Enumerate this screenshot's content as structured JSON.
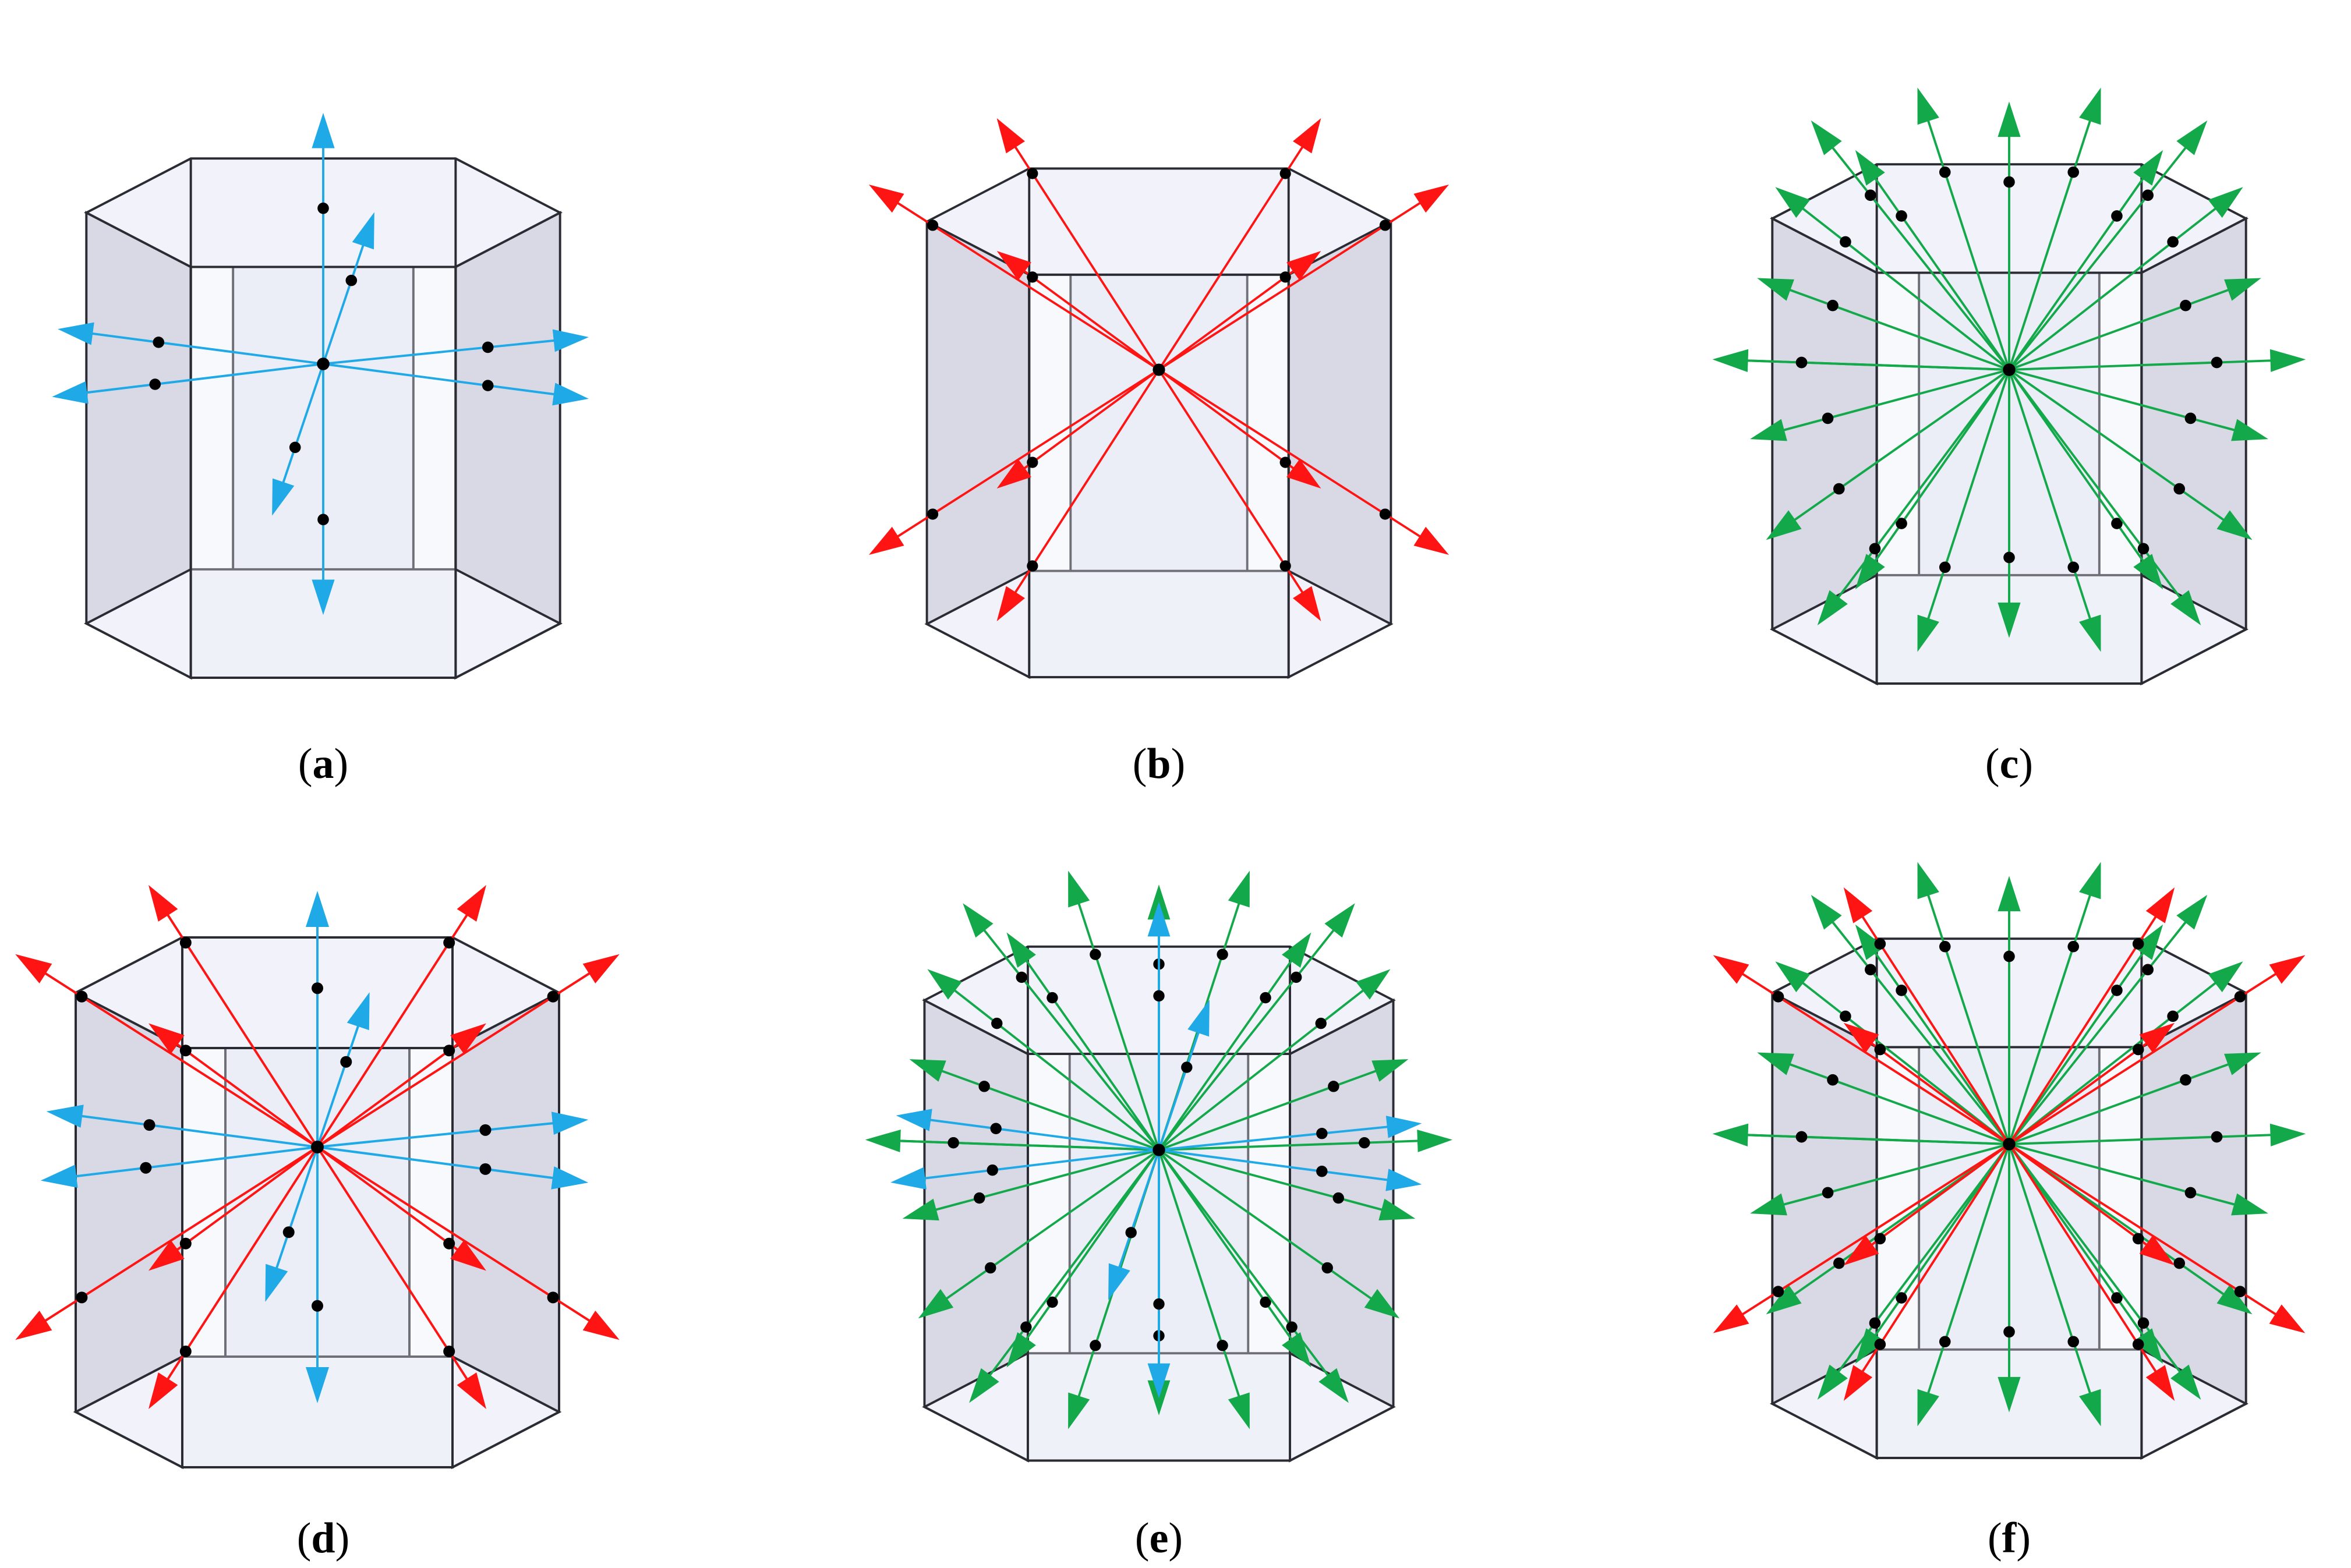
{
  "colors": {
    "blue": "#1fa9e6",
    "red": "#ff1414",
    "green": "#13a84a",
    "edge": "#2b2b33",
    "face_side": "#d9d9e6",
    "face_inner": "#ecedf7",
    "face_cap": "#f2f3fa",
    "point": "#000000"
  },
  "panels": [
    {
      "id": "a",
      "label": "a",
      "arrows": [
        "blue"
      ]
    },
    {
      "id": "b",
      "label": "b",
      "arrows": [
        "red"
      ]
    },
    {
      "id": "c",
      "label": "c",
      "arrows": [
        "green"
      ]
    },
    {
      "id": "d",
      "label": "d",
      "arrows": [
        "blue",
        "red"
      ]
    },
    {
      "id": "e",
      "label": "e",
      "arrows": [
        "green",
        "blue"
      ]
    },
    {
      "id": "f",
      "label": "f",
      "arrows": [
        "green",
        "red"
      ]
    }
  ]
}
